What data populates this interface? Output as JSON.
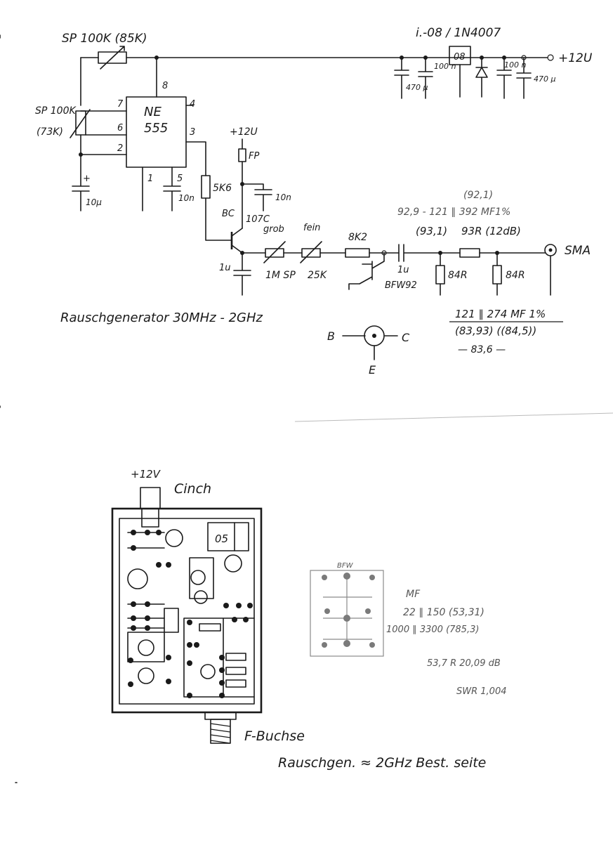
{
  "schematic": {
    "labels": {
      "sp_100k_top": "SP 100K (85K)",
      "sp_100k_left": "SP 100K",
      "sp_73k": "(73K)",
      "ne555_line1": "NE",
      "ne555_line2": "555",
      "pin8": "8",
      "pin7": "7",
      "pin6": "6",
      "pin2": "2",
      "pin4": "4",
      "pin3": "3",
      "pin1": "1",
      "pin5": "5",
      "cap_10u": "10µ",
      "cap_10n_555": "10n",
      "res_5k6": "5K6",
      "plus12v_mid": "+12U",
      "fp": "FP",
      "cap_10n_mid": "10n",
      "transistor_bc": "BC",
      "transistor_107c": "107C",
      "cap_1u_left": "1u",
      "grob": "grob",
      "fein": "fein",
      "res_1m_sp": "1M SP",
      "res_25k": "25K",
      "res_8k2": "8K2",
      "cap_1u_mid": "1u",
      "bfw92": "BFW92",
      "res_84r_1": "84R",
      "res_84r_2": "84R",
      "res_93r": "93R (12dB)",
      "res_93_1": "(93,1)",
      "calc_92_9": "92,9 - 121 ∥ 392 MF1%",
      "calc_92_1": "(92,1)",
      "sma": "SMA",
      "regulator_title": "i.-08 / 1N4007",
      "regulator_box": "08",
      "cap_100n_a": "100 n",
      "cap_470u_a": "470 µ",
      "cap_100n_b": "100 n",
      "cap_470u_b": "470 µ",
      "plus12v_top": "+12U",
      "title": "Rauschgenerator 30MHz - 2GHz",
      "calc_121_274": "121 ∥ 274 MF 1%",
      "calc_83": "(83,93) ((84,5))",
      "calc_83_6": "— 83,6 —",
      "pin_b": "B",
      "pin_c": "C",
      "pin_e": "E"
    }
  },
  "layout_sketch": {
    "plus12v": "+12V",
    "cinch": "Cinch",
    "f_buchse": "F-Buchse",
    "box_05": "05",
    "caption": "Rauschgen. ≈ 2GHz   Best. seite"
  },
  "side_notes": {
    "mf": "MF",
    "line1": "22 ∥ 150 (53,31)",
    "line2": "1000 ∥ 3300 (785,3)",
    "line3": "53,7 R  20,09 dB",
    "swr": "SWR 1,004",
    "bfw_small": "BFW"
  }
}
